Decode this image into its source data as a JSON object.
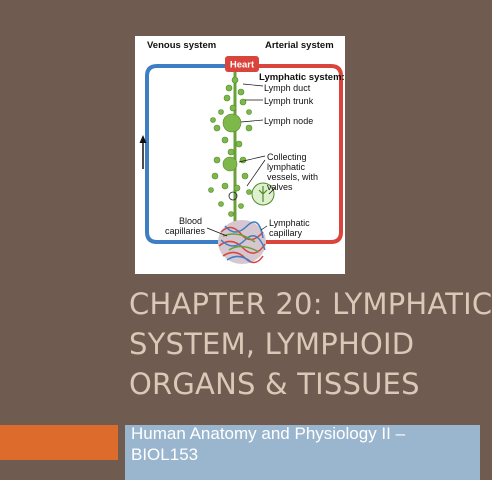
{
  "slide": {
    "title_lines": [
      "CHAPTER 20: LYMPHATIC",
      "SYSTEM, LYMPHOID",
      "ORGANS & TISSUES"
    ],
    "subtitle_lines": [
      "Human Anatomy and Physiology II –",
      "BIOL153"
    ]
  },
  "figure": {
    "venous_label": "Venous system",
    "arterial_label": "Arterial system",
    "heart_label": "Heart",
    "lymphatic_system_label": "Lymphatic system:",
    "lymph_duct_label": "Lymph duct",
    "lymph_trunk_label": "Lymph trunk",
    "lymph_node_label": "Lymph node",
    "collecting_lines": [
      "Collecting",
      "lymphatic",
      "vessels, with",
      "valves"
    ],
    "blood_capillaries_lines": [
      "Blood",
      "capillaries"
    ],
    "lymphatic_capillary_lines": [
      "Lymphatic",
      "capillary"
    ]
  },
  "colors": {
    "background": "#6f5b50",
    "title_text": "#ddc7b7",
    "accent_orange": "#dd6c2c",
    "accent_blue": "#9ab6cf",
    "venous_blue": "#3e7ec4",
    "arterial_red": "#d9443c",
    "lymph_green": "#7fb84a"
  }
}
